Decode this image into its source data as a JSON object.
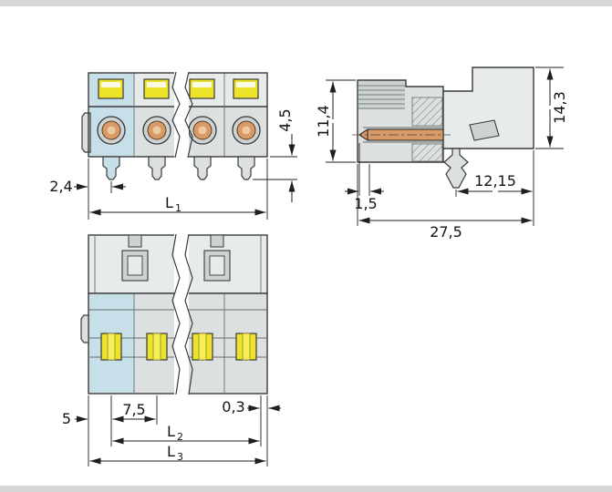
{
  "page": {
    "background": "#ffffff",
    "frame_band": "#d6d6d6"
  },
  "drawing": {
    "colors": {
      "body": "#dce0e0",
      "body_light": "#e7ebeb",
      "body_dark": "#cdd2d2",
      "outline": "#3a3a3a",
      "yellow": "#ece32a",
      "yellow_center": "#f6ee56",
      "orange": "#d89a66",
      "orange_light": "#edc9a0",
      "highlight": "#c7dfe9",
      "dim_line": "#1f1f1f"
    },
    "front_view": {
      "dim_offset": "2,4",
      "dim_pin_length": "4,5",
      "dim_l1": "L",
      "dim_l1_sub": "1"
    },
    "side_view": {
      "dim_plug_height": "11,4",
      "dim_total_height": "14,3",
      "dim_pin_setback": "1,5",
      "dim_foot_to_face": "12,15",
      "dim_total_depth": "27,5"
    },
    "bottom_view": {
      "dim_edge_to_pin": "5",
      "dim_pitch": "7,5",
      "dim_gap": "0,3",
      "dim_l2": "L",
      "dim_l2_sub": "2",
      "dim_l3": "L",
      "dim_l3_sub": "3"
    }
  }
}
